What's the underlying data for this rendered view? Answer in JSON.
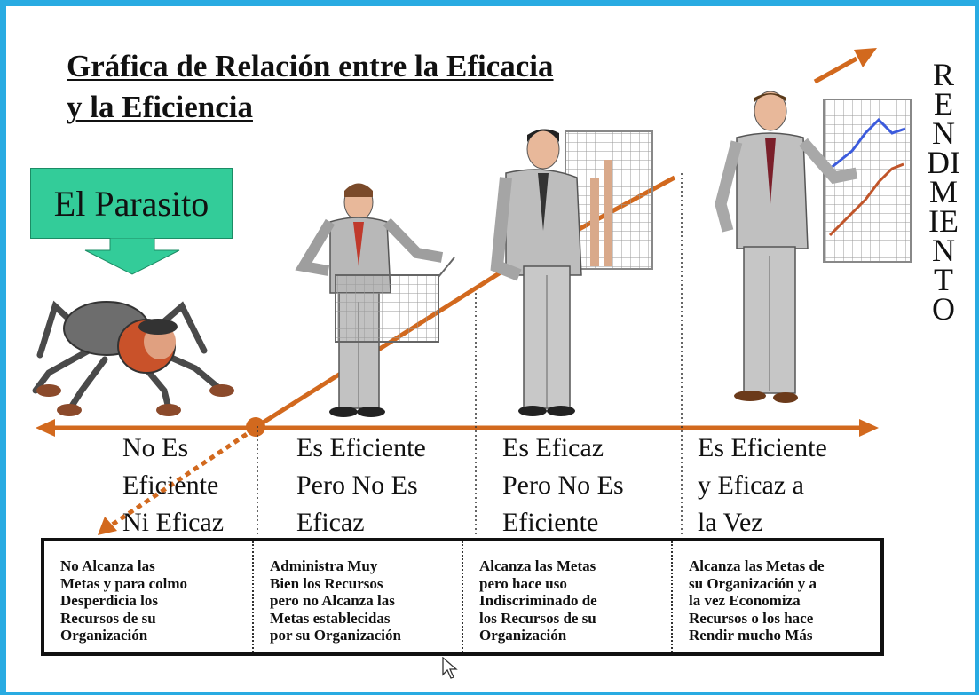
{
  "title": {
    "line1": "Gráfica de Relación entre la Eficacia",
    "line2": "y la Eficiencia"
  },
  "parasite_label": "El Parasito",
  "axis_label": "RENDIMIENTO",
  "levels": [
    {
      "label": "No Es\nEficiente\nNi Eficaz",
      "description": "No Alcanza las\nMetas y para colmo\nDesperdicia los\nRecursos de su\nOrganización"
    },
    {
      "label": "Es Eficiente\nPero No Es\nEficaz",
      "description": "Administra Muy\nBien los Recursos\npero no Alcanza las\nMetas establecidas\npor su Organización"
    },
    {
      "label": "Es Eficaz\nPero No Es\nEficiente",
      "description": "Alcanza las Metas\npero hace uso\nIndiscriminado de\nlos Recursos de su\nOrganización"
    },
    {
      "label": "Es Eficiente\ny Eficaz a\nla Vez",
      "description": "Alcanza las Metas de\nsu Organización y a\nla vez Economiza\nRecursos o los hace\nRendir mucho Más"
    }
  ],
  "colors": {
    "arrow": "#d2691e",
    "parasite_box": "#33cc99",
    "frame": "#29abe2"
  }
}
